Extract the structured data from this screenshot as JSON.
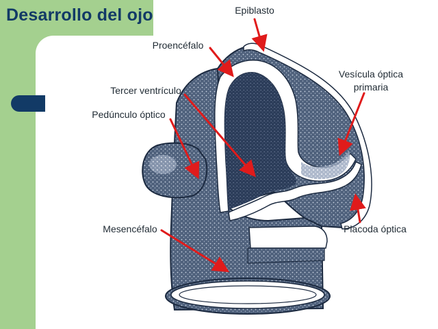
{
  "slide": {
    "title": "Desarrollo del ojo",
    "accent_color": "#123a66",
    "sidebar_color": "#a4d08f",
    "arrow_color": "#e01b1b"
  },
  "labels": {
    "epiblasto": "Epiblasto",
    "proencefalo": "Proencéfalo",
    "vesicula_line1": "Vesícula óptica",
    "vesicula_line2": "primaria",
    "tercer_ventriculo": "Tercer ventrículo",
    "pedunculo": "Pedúnculo óptico",
    "mesencefalo": "Mesencéfalo",
    "placoda": "Placoda óptica"
  }
}
